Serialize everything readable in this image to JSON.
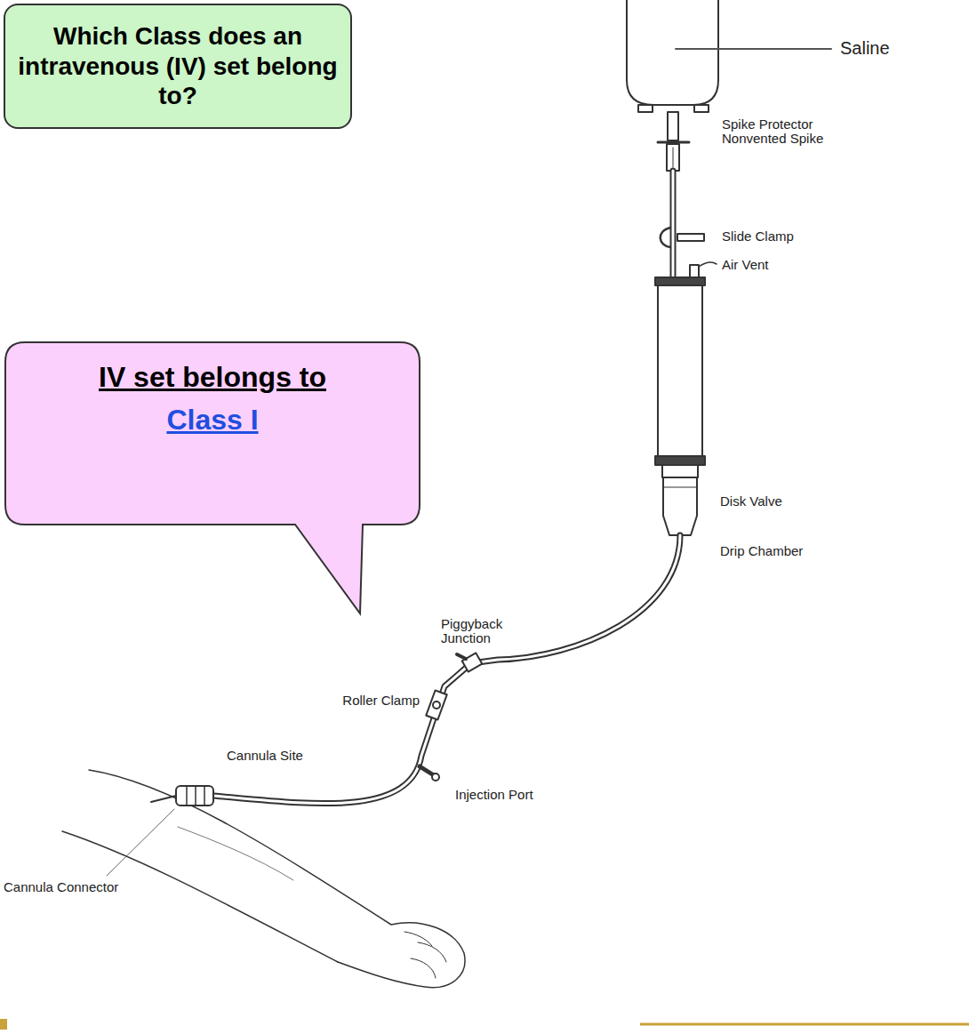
{
  "diagram": {
    "nodes": [
      {
        "text": [
          "Which Class does an intravenous (IV) set belong to?"
        ]
      },
      {
        "text": [
          "IV set belongs to",
          "Class I"
        ]
      }
    ],
    "labels": [
      "Saline",
      "Spike Protector",
      "Nonvented Spike",
      "Slide Clamp",
      "Air Vent",
      "Disk Valve",
      "Drip Chamber",
      "Piggyback Junction",
      "Roller Clamp",
      "Injection Port",
      "Cannula Site",
      "Cannula Connector"
    ]
  }
}
